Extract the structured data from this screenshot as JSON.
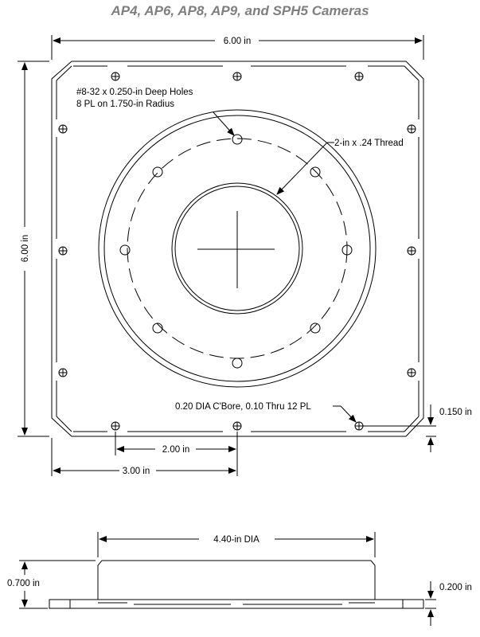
{
  "title": "AP4, AP6, AP8, AP9, and SPH5 Cameras",
  "dimensions": {
    "width_top": "6.00 in",
    "height_left": "6.00 in",
    "holes_note_line1": "#8-32 x 0.250-in Deep Holes",
    "holes_note_line2": "8 PL on 1.750-in Radius",
    "thread_note": "2-in x .24 Thread",
    "cbore_note": "0.20 DIA C'Bore, 0.10 Thru 12 PL",
    "edge_offset": "0.150 in",
    "hole_spacing": "2.00 in",
    "center_offset": "3.00 in",
    "boss_diameter": "4.40-in DIA",
    "total_height": "0.700 in",
    "plate_thickness": "0.200 in"
  },
  "colors": {
    "title": "#7f7f7f",
    "lines": "#000000"
  }
}
